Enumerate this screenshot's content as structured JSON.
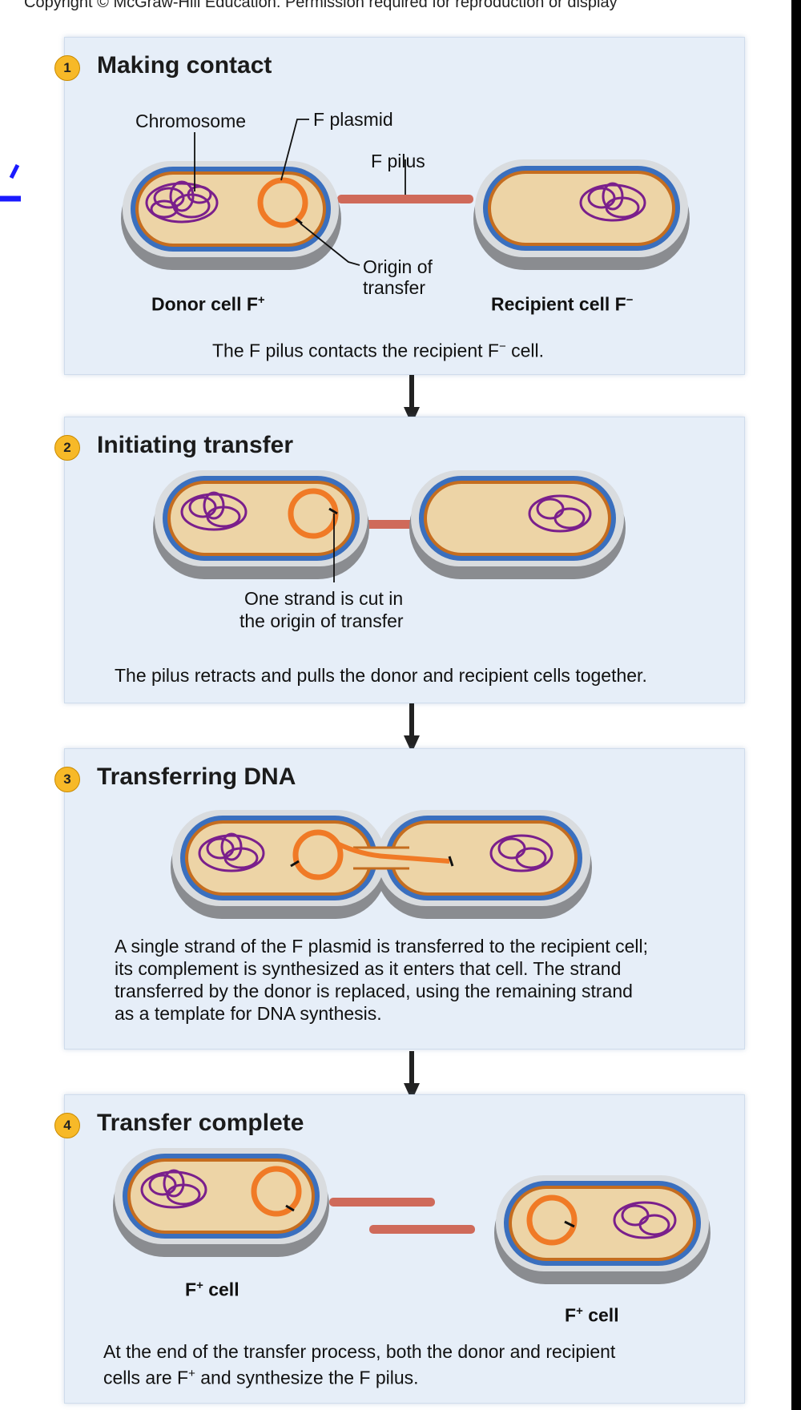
{
  "copyright": "Copyright © McGraw-Hill Education. Permission required for reproduction or display",
  "steps": [
    {
      "number": "1",
      "title": "Making contact",
      "labels": {
        "chromosome": "Chromosome",
        "f_plasmid": "F plasmid",
        "f_pilus": "F pilus",
        "origin_line1": "Origin of",
        "origin_line2": "transfer",
        "donor_cell": "Donor cell F",
        "donor_sup": "+",
        "recipient_cell": "Recipient cell F",
        "recipient_sup": "−"
      },
      "caption_pre": "The F pilus contacts the recipient F",
      "caption_sup": "−",
      "caption_post": " cell."
    },
    {
      "number": "2",
      "title": "Initiating transfer",
      "labels": {
        "cut_line1": "One strand is cut in",
        "cut_line2": "the origin of transfer"
      },
      "caption": "The pilus retracts and pulls the donor and recipient cells together."
    },
    {
      "number": "3",
      "title": "Transferring DNA",
      "caption_lines": [
        "A single strand of the F plasmid is transferred to the recipient cell;",
        "its complement is synthesized as it enters that cell. The strand",
        "transferred by the donor is replaced, using the remaining strand",
        "as a template for DNA synthesis."
      ]
    },
    {
      "number": "4",
      "title": "Transfer complete",
      "labels": {
        "cell_left": "F",
        "cell_left_sup": "+",
        "cell_left_post": " cell",
        "cell_right": "F",
        "cell_right_sup": "+",
        "cell_right_post": " cell"
      },
      "caption_line1": "At the end of the transfer process, both the donor and recipient",
      "caption_line2_pre": "cells are F",
      "caption_line2_sup": "+",
      "caption_line2_post": " and synthesize the F pilus."
    }
  ],
  "colors": {
    "panel_bg": "#e6eef8",
    "badge": "#f7b928",
    "cytoplasm": "#edd4a6",
    "membrane_blue": "#3a6fbe",
    "membrane_orange": "#c56d1f",
    "outer_wall": "#8a8c90",
    "plasmid": "#f07a26",
    "chromosome": "#7a1f8c",
    "pilus": "#cf6a5a"
  }
}
